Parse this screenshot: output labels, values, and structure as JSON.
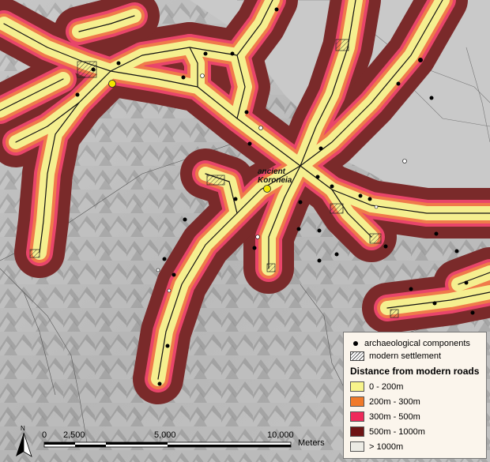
{
  "map": {
    "place_label_line1": "ancient",
    "place_label_line2": "Koroneia"
  },
  "legend": {
    "points_label": "archaeological components",
    "settlement_label": "modern settlement",
    "title": "Distance from modern roads",
    "classes": [
      {
        "label": "0 - 200m",
        "color": "#f7f38a"
      },
      {
        "label": "200m - 300m",
        "color": "#f07a2a"
      },
      {
        "label": "300m - 500m",
        "color": "#ee2a5a"
      },
      {
        "label": "500m - 1000m",
        "color": "#6e1414"
      },
      {
        "label": "> 1000m",
        "color": "#ecebe4"
      }
    ]
  },
  "scalebar": {
    "ticks": [
      "0",
      "2,500",
      "5,000",
      "10,000"
    ],
    "unit": "Meters"
  },
  "north": {
    "label": "N"
  },
  "colors": {
    "buffer_outer": "#7a2a2a",
    "buffer_300_500": "#e8456a",
    "buffer_200_300": "#f07a4a",
    "buffer_0_200": "#f5ef8f",
    "road": "#111111",
    "plain": "#c8c8c8",
    "site_major": "#f2e600"
  },
  "icons": [
    "north-arrow-icon",
    "archaeological-point-icon",
    "modern-settlement-icon"
  ]
}
